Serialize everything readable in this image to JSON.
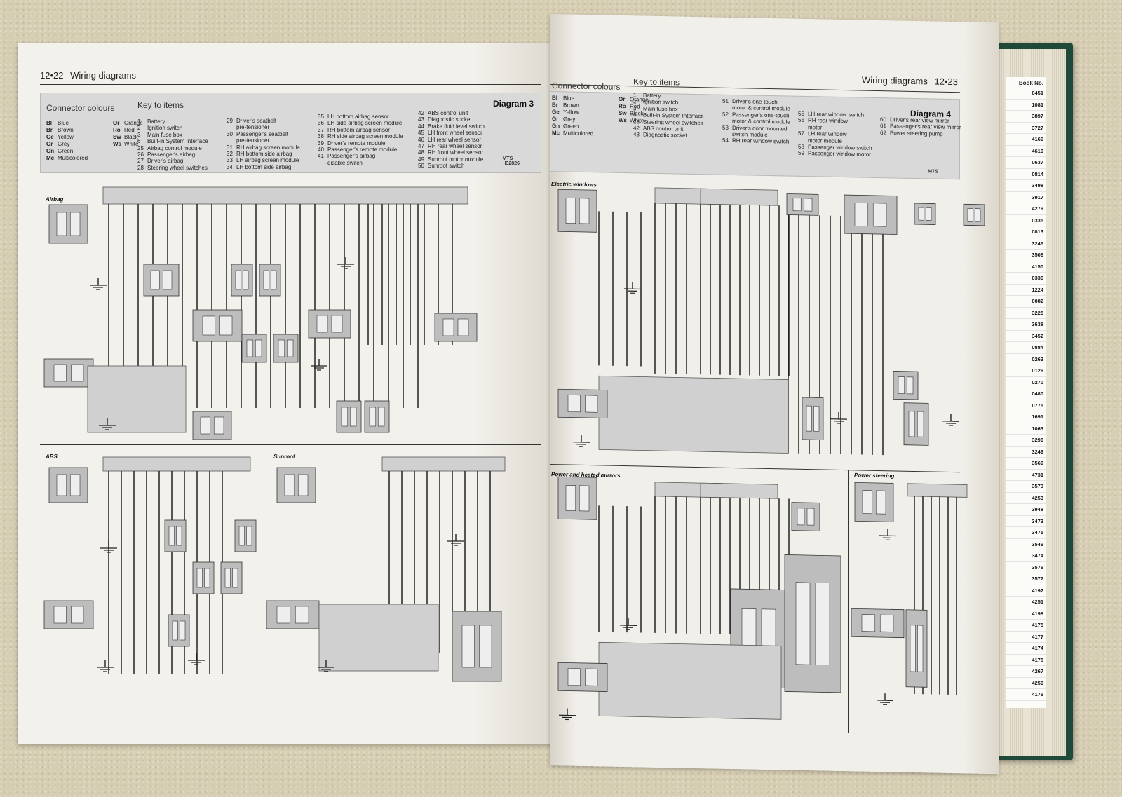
{
  "left_page": {
    "page_number": "12•22",
    "title": "Wiring diagrams",
    "diagram_title": "Diagram 3",
    "mts_code": "MTS",
    "mts_sub": "H32826",
    "connector_colours_title": "Connector colours",
    "key_title": "Key to items",
    "colours": [
      {
        "code": "Bl",
        "name": "Blue",
        "code2": "Or",
        "name2": "Orange"
      },
      {
        "code": "Br",
        "name": "Brown",
        "code2": "Ro",
        "name2": "Red"
      },
      {
        "code": "Ge",
        "name": "Yellow",
        "code2": "Sw",
        "name2": "Black"
      },
      {
        "code": "Gr",
        "name": "Grey",
        "code2": "Ws",
        "name2": "White"
      },
      {
        "code": "Gn",
        "name": "Green",
        "code2": "",
        "name2": ""
      },
      {
        "code": "Mc",
        "name": "Multicolored",
        "code2": "",
        "name2": ""
      }
    ],
    "key_col1": [
      {
        "n": "1",
        "t": "Battery"
      },
      {
        "n": "2",
        "t": "Ignition switch"
      },
      {
        "n": "3",
        "t": "Main fuse box"
      },
      {
        "n": "6",
        "t": "Built-in System Interface"
      },
      {
        "n": "25",
        "t": "Airbag control module"
      },
      {
        "n": "26",
        "t": "Passenger's airbag"
      },
      {
        "n": "27",
        "t": "Driver's airbag"
      },
      {
        "n": "28",
        "t": "Steering wheel switches"
      }
    ],
    "key_col2": [
      {
        "n": "29",
        "t": "Driver's seatbelt"
      },
      {
        "n": "",
        "t": "pre-tensioner"
      },
      {
        "n": "30",
        "t": "Passenger's seatbelt"
      },
      {
        "n": "",
        "t": "pre-tensioner"
      },
      {
        "n": "31",
        "t": "RH airbag screen module"
      },
      {
        "n": "32",
        "t": "RH bottom side airbag"
      },
      {
        "n": "33",
        "t": "LH airbag screen module"
      },
      {
        "n": "34",
        "t": "LH bottom side airbag"
      }
    ],
    "key_col3": [
      {
        "n": "35",
        "t": "LH bottom airbag sensor"
      },
      {
        "n": "36",
        "t": "LH side airbag screen module"
      },
      {
        "n": "37",
        "t": "RH bottom airbag sensor"
      },
      {
        "n": "38",
        "t": "RH side airbag screen module"
      },
      {
        "n": "39",
        "t": "Driver's remote module"
      },
      {
        "n": "40",
        "t": "Passenger's remote module"
      },
      {
        "n": "41",
        "t": "Passenger's airbag"
      },
      {
        "n": "",
        "t": "disable switch"
      }
    ],
    "key_col4": [
      {
        "n": "42",
        "t": "ABS control unit"
      },
      {
        "n": "43",
        "t": "Diagnostic socket"
      },
      {
        "n": "44",
        "t": "Brake fluid level switch"
      },
      {
        "n": "45",
        "t": "LH front wheel sensor"
      },
      {
        "n": "46",
        "t": "LH rear wheel sensor"
      },
      {
        "n": "47",
        "t": "RH rear wheel sensor"
      },
      {
        "n": "48",
        "t": "RH front wheel sensor"
      },
      {
        "n": "49",
        "t": "Sunroof motor module"
      },
      {
        "n": "50",
        "t": "Sunroof switch"
      }
    ],
    "sections": {
      "airbag": "Airbag",
      "abs": "ABS",
      "sunroof": "Sunroof"
    }
  },
  "right_page": {
    "page_number": "12•23",
    "title": "Wiring diagrams",
    "diagram_title": "Diagram 4",
    "mts_code": "MTS",
    "connector_colours_title": "Connector colours",
    "key_title": "Key to items",
    "colours": [
      {
        "code": "Bl",
        "name": "Blue",
        "code2": "Or",
        "name2": "Orange"
      },
      {
        "code": "Br",
        "name": "Brown",
        "code2": "Ro",
        "name2": "Red"
      },
      {
        "code": "Ge",
        "name": "Yellow",
        "code2": "Sw",
        "name2": "Black"
      },
      {
        "code": "Gr",
        "name": "Grey",
        "code2": "Ws",
        "name2": "White"
      },
      {
        "code": "Gn",
        "name": "Green",
        "code2": "",
        "name2": ""
      },
      {
        "code": "Mc",
        "name": "Multicolored",
        "code2": "",
        "name2": ""
      }
    ],
    "key_col1": [
      {
        "n": "1",
        "t": "Battery"
      },
      {
        "n": "2",
        "t": "Ignition switch"
      },
      {
        "n": "3",
        "t": "Main fuse box"
      },
      {
        "n": "6",
        "t": "Built-in System Interface"
      },
      {
        "n": "28",
        "t": "Steering wheel switches"
      },
      {
        "n": "42",
        "t": "ABS control unit"
      },
      {
        "n": "43",
        "t": "Diagnostic socket"
      }
    ],
    "key_col2": [
      {
        "n": "51",
        "t": "Driver's one-touch"
      },
      {
        "n": "",
        "t": "motor & control module"
      },
      {
        "n": "52",
        "t": "Passenger's one-touch"
      },
      {
        "n": "",
        "t": "motor & control module"
      },
      {
        "n": "53",
        "t": "Driver's door mounted"
      },
      {
        "n": "",
        "t": "switch module"
      },
      {
        "n": "54",
        "t": "RH rear window switch"
      }
    ],
    "key_col3": [
      {
        "n": "55",
        "t": "LH rear window switch"
      },
      {
        "n": "56",
        "t": "RH rear window"
      },
      {
        "n": "",
        "t": "motor"
      },
      {
        "n": "57",
        "t": "LH rear window"
      },
      {
        "n": "",
        "t": "motor module"
      },
      {
        "n": "58",
        "t": "Passenger window switch"
      },
      {
        "n": "59",
        "t": "Passenger window motor"
      }
    ],
    "key_col4": [
      {
        "n": "60",
        "t": "Driver's rear view mirror"
      },
      {
        "n": "61",
        "t": "Passenger's rear view mirror"
      },
      {
        "n": "62",
        "t": "Power steering pump"
      }
    ],
    "sections": {
      "electric_windows": "Electric windows",
      "mirrors": "Power and heated mirrors",
      "power_steering": "Power steering"
    }
  },
  "tab_index": {
    "header": "Book No.",
    "numbers": [
      "0451",
      "1081",
      "3897",
      "3727",
      "4169",
      "4610",
      "0637",
      "0814",
      "3498",
      "3917",
      "4279",
      "0335",
      "0813",
      "3245",
      "3506",
      "4150",
      "0336",
      "1224",
      "0082",
      "3225",
      "3638",
      "3452",
      "0884",
      "0263",
      "0129",
      "0270",
      "0480",
      "0775",
      "1691",
      "1063",
      "3290",
      "3249",
      "3569",
      "4731",
      "3573",
      "4253",
      "3948",
      "3473",
      "3475",
      "3549",
      "3474",
      "3576",
      "3577",
      "4192",
      "4251",
      "4198",
      "4175",
      "4177",
      "4174",
      "4178",
      "4267",
      "4250",
      "4176"
    ]
  }
}
